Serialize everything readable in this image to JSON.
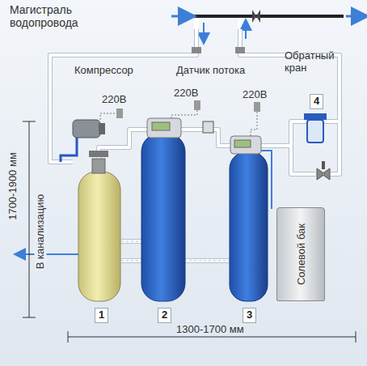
{
  "diagram": {
    "nodes": [
      {
        "text": [
          "Солевой бак"
        ]
      }
    ],
    "labels": [
      "Магистраль водопровода",
      "Компрессор",
      "Датчик потока",
      "220В",
      "220В",
      "220В",
      "Обратный кран",
      "4",
      "В канализацию",
      "1700-1900 мм",
      "1",
      "2",
      "3",
      "1300-1700 мм"
    ]
  }
}
